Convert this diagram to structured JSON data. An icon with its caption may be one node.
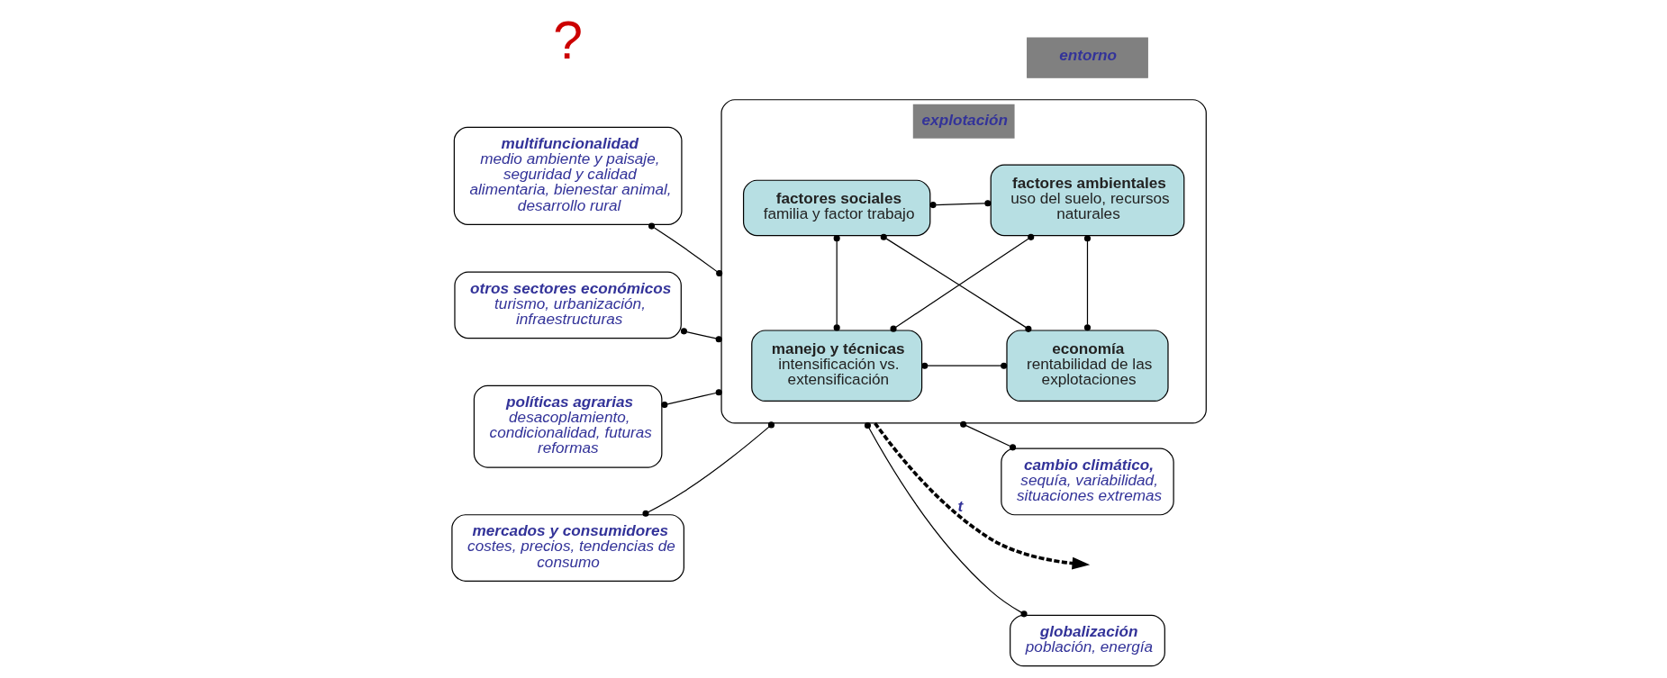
{
  "diagram": {
    "nodes": [
      {
        "text": [
          "multifuncionalidad",
          "medio ambiente y paisaje, seguridad y calidad alimentaria, bienestar animal, desarrollo rural"
        ]
      },
      {
        "text": [
          "otros sectores económicos",
          "turismo, urbanización, infraestructuras"
        ]
      },
      {
        "text": [
          "entorno"
        ]
      },
      {
        "text": [
          "políticas agrarias",
          "desacoplamiento, condicionalidad, futuras reformas"
        ]
      },
      {
        "text": [
          "explotación"
        ]
      },
      {
        "text": [
          "manejo y técnicas",
          "intensificación vs. extensificación"
        ],
        "in": 4
      },
      {
        "text": [
          "economía",
          "rentabilidad de las explotaciones"
        ],
        "in": 4
      },
      {
        "text": [
          "factores sociales",
          "familia y factor trabajo"
        ],
        "in": 4
      },
      {
        "text": [
          "factores ambientales",
          "uso del suelo, recursos naturales"
        ],
        "in": 4
      },
      {
        "text": [
          "globalización",
          "población, energía"
        ]
      },
      {
        "text": [
          "mercados y consumidores",
          "costes, precios, tendencias de consumo"
        ]
      },
      {
        "text": [
          "cambio climático,",
          "sequía, variabilidad, situaciones extremas"
        ]
      }
    ],
    "edges": [
      {
        "from": 0,
        "to": 4,
        "arrow": "other"
      },
      {
        "from": 1,
        "to": 4,
        "arrow": "other"
      },
      {
        "from": 3,
        "to": 4,
        "arrow": "other"
      },
      {
        "from": 10,
        "to": 4,
        "arrow": "other"
      },
      {
        "from": 4,
        "to": 9,
        "arrow": "other"
      },
      {
        "from": 4,
        "to": 11,
        "arrow": "other"
      },
      {
        "from": 5,
        "to": 6,
        "arrow": "other"
      },
      {
        "from": 5,
        "to": 7,
        "arrow": "other"
      },
      {
        "from": 5,
        "to": 8,
        "arrow": "other"
      },
      {
        "from": 7,
        "to": 6,
        "arrow": "other"
      },
      {
        "from": 6,
        "to": 8,
        "arrow": "other"
      },
      {
        "from": 7,
        "to": 8,
        "arrow": "other"
      },
      {
        "from": 4,
        "to": null,
        "arrow": "to",
        "style": "dashed",
        "label": "t"
      }
    ],
    "labels": [
      "?"
    ]
  }
}
